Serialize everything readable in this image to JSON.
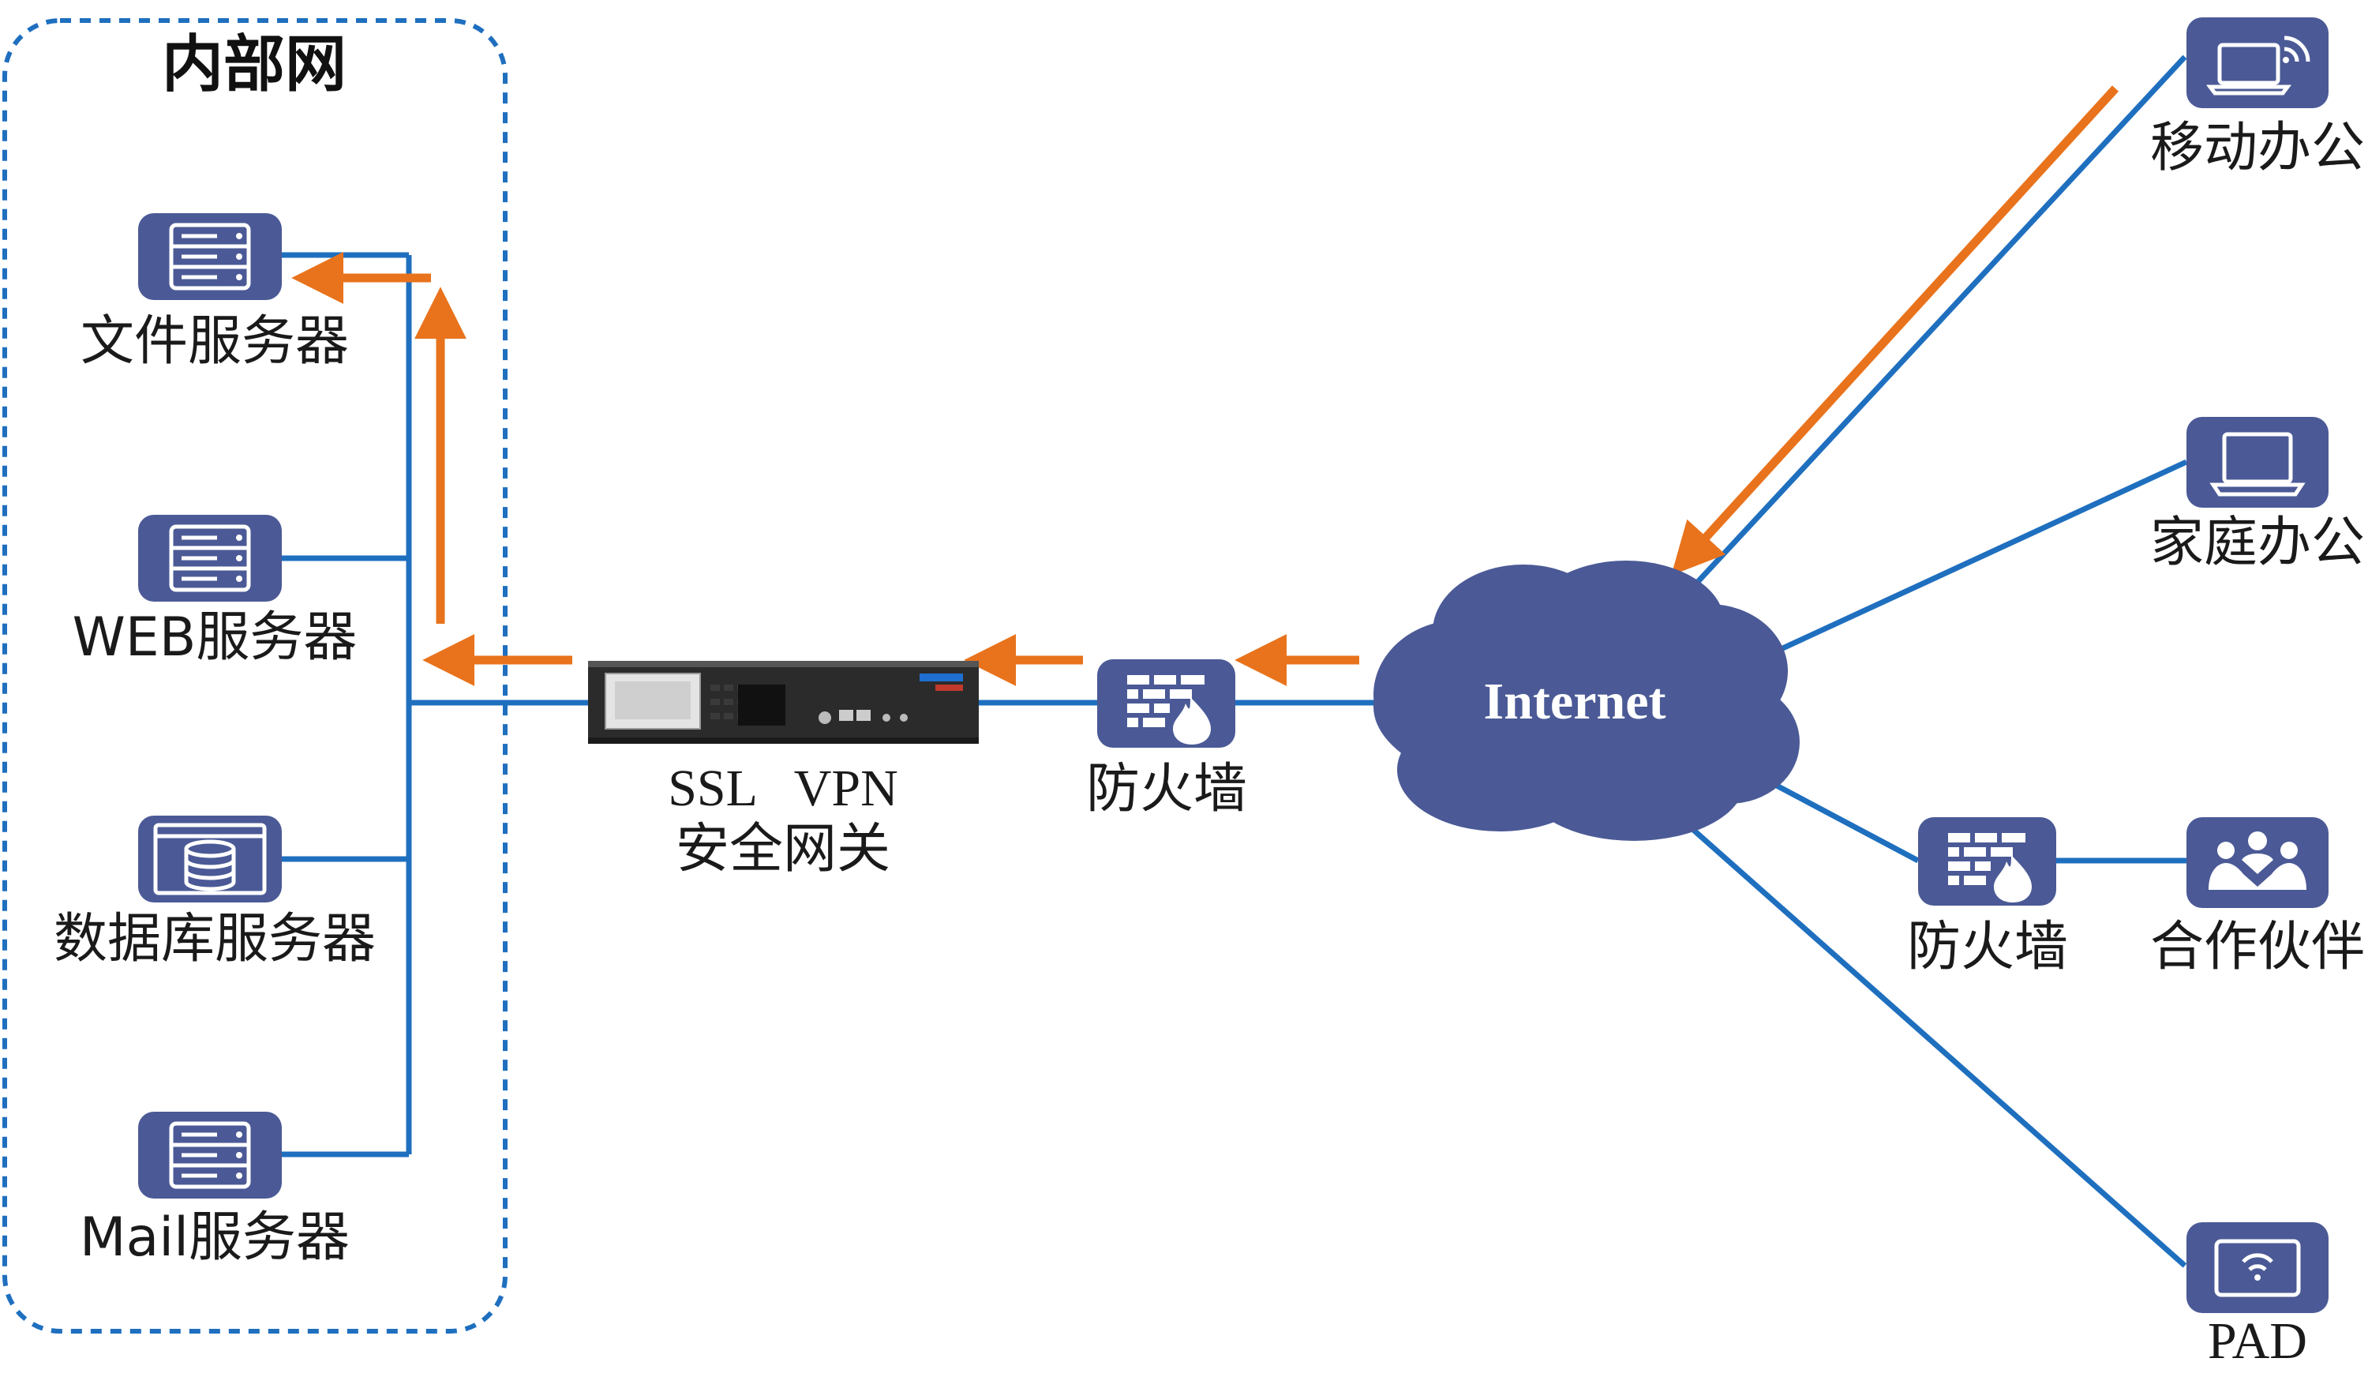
{
  "title": "内部网",
  "internal_servers": [
    {
      "id": "file",
      "label": "文件服务器"
    },
    {
      "id": "web",
      "label": "WEB服务器"
    },
    {
      "id": "db",
      "label": "数据库服务器"
    },
    {
      "id": "mail",
      "label": "Mail服务器"
    }
  ],
  "gateway": {
    "line1": "SSL   VPN",
    "line2": "安全网关"
  },
  "firewall_main": "防火墙",
  "internet": "Internet",
  "clients": {
    "mobile": "移动办公",
    "home": "家庭办公",
    "firewall": "防火墙",
    "partner": "合作伙伴",
    "pad": "PAD"
  },
  "colors": {
    "link": "#1f6fbf",
    "flow": "#e8731c",
    "tile": "#4b5a96",
    "boundary": "#1f6fbf"
  }
}
